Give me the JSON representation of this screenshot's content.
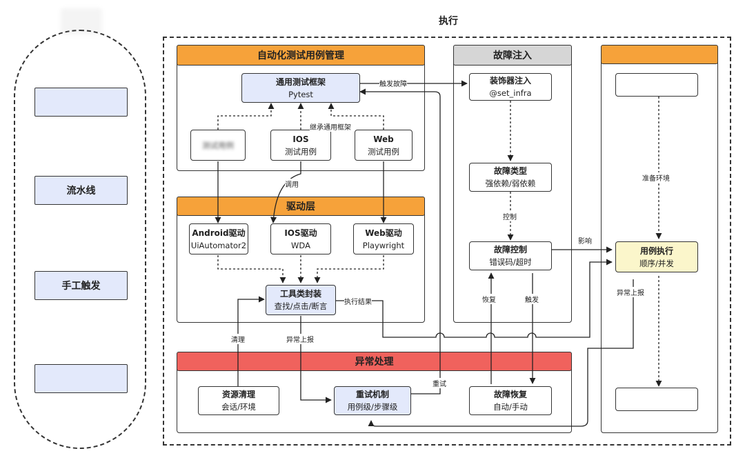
{
  "title": "执行",
  "pipeline": {
    "items": [
      "流水线",
      "手工触发"
    ]
  },
  "panels": {
    "case_mgmt": "自动化测试用例管理",
    "driver": "驱动层",
    "fault_inject": "故障注入",
    "exception": "异常处理"
  },
  "nodes": {
    "framework": {
      "title": "通用测试框架",
      "sub": "Pytest"
    },
    "android_case": {
      "title": "",
      "sub": "测试用例"
    },
    "ios_case": {
      "title": "IOS",
      "sub": "测试用例"
    },
    "web_case": {
      "title": "Web",
      "sub": "测试用例"
    },
    "android_driver": {
      "title": "Android驱动",
      "sub": "UiAutomator2"
    },
    "ios_driver": {
      "title": "IOS驱动",
      "sub": "WDA"
    },
    "web_driver": {
      "title": "Web驱动",
      "sub": "Playwright"
    },
    "tool_wrap": {
      "title": "工具类封装",
      "sub": "查找/点击/断言"
    },
    "decorator": {
      "title": "装饰器注入",
      "sub": "@set_infra"
    },
    "fault_type": {
      "title": "故障类型",
      "sub": "强依赖/弱依赖"
    },
    "fault_ctrl": {
      "title": "故障控制",
      "sub": "错误码/超时"
    },
    "case_exec": {
      "title": "用例执行",
      "sub": "顺序/并发"
    },
    "resource_clean": {
      "title": "资源清理",
      "sub": "会话/环境"
    },
    "retry": {
      "title": "重试机制",
      "sub": "用例级/步骤级"
    },
    "fault_recover": {
      "title": "故障恢复",
      "sub": "自动/手动"
    }
  },
  "labels": {
    "trigger_fault": "触发故障",
    "inherit": "继承通用框架",
    "call": "调用",
    "exec_result": "执行结果",
    "clean": "清理",
    "exception_report": "异常上报",
    "retry": "重试",
    "control": "控制",
    "recover": "恢复",
    "trigger": "触发",
    "affect": "影响",
    "prepare_env": "准备环境",
    "exception_report_right": "异常上报"
  },
  "colors": {
    "orange_header": "#f6a23a",
    "gray_header": "#d6d6d6",
    "red_header": "#f0625d",
    "blue_node": "#e3e9fb",
    "yellow_node": "#fbf6cb"
  }
}
